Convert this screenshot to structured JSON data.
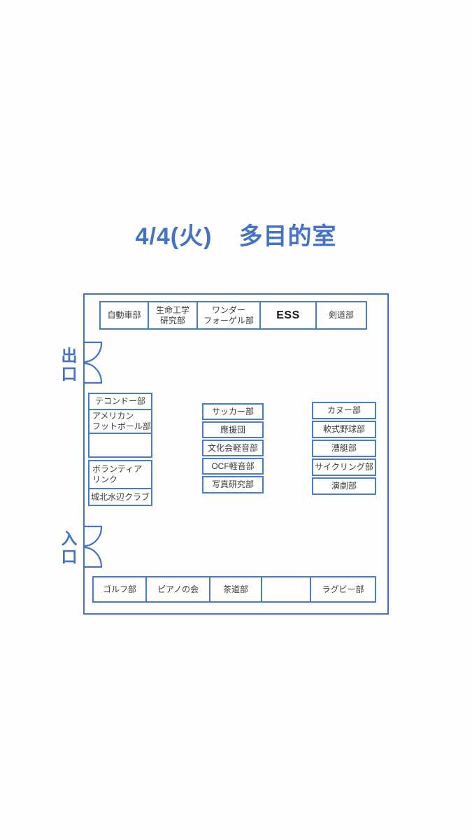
{
  "title": {
    "date": "4/4(火)",
    "room_name": "多目的室"
  },
  "doors": {
    "exit_label": "出口",
    "entrance_label": "入口"
  },
  "booths": {
    "top_row": [
      "自動車部",
      "生命工学\n研究部",
      "ワンダー\nフォーゲル部",
      "ESS",
      "剣道部"
    ],
    "left_column": [
      "テコンドー部",
      "アメリカン\nフットボール部",
      "",
      "ボランティア\nリンク",
      "城北水辺クラブ"
    ],
    "middle_column": [
      "サッカー部",
      "應援団",
      "文化会軽音部",
      "OCF軽音部",
      "写真研究部"
    ],
    "right_column": [
      "カヌー部",
      "軟式野球部",
      "漕艇部",
      "サイクリング部",
      "演劇部"
    ],
    "bottom_row": [
      "ゴルフ部",
      "ピアノの会",
      "茶道部",
      "",
      "ラグビー部"
    ]
  },
  "colors": {
    "accent_blue": "#4472c4",
    "box_border_blue": "#4a7bc8",
    "label_text": "#3b3b3b",
    "ess_text": "#1a1a1a",
    "background": "#fefefe"
  }
}
